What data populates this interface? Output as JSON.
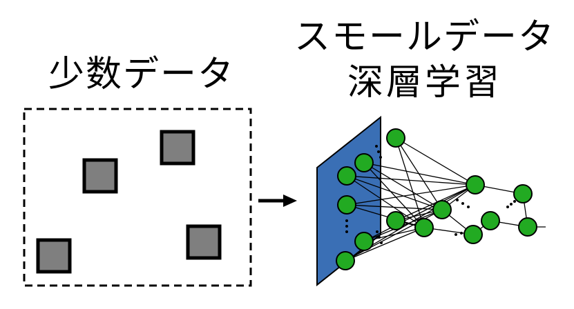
{
  "left_panel": {
    "title": "少数データ",
    "square_color": "#7f7f7f",
    "square_count": 4
  },
  "right_panel": {
    "title_line1": "スモールデータ",
    "title_line2": "深層学習",
    "layer_color": "#3a6fb5",
    "node_color": "#22aa22",
    "node_stroke": "#000000"
  },
  "arrow": {
    "icon": "right-arrow-icon"
  }
}
